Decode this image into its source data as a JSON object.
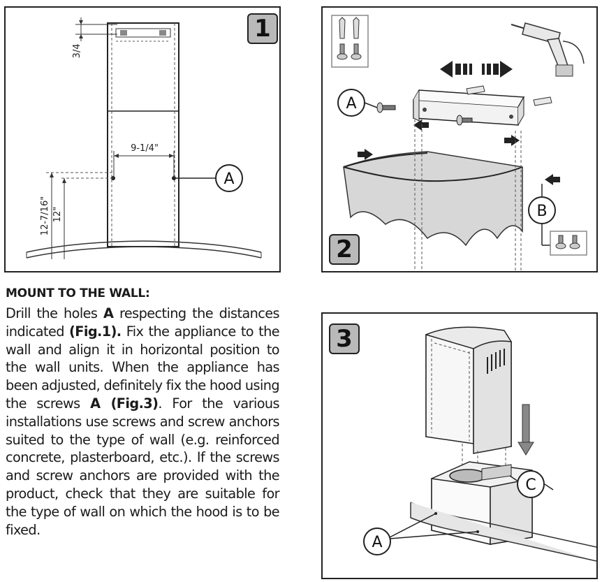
{
  "figure1": {
    "number": "1",
    "dim_top": "3/4",
    "dim_width": "9-1/4\"",
    "dim_height_outer": "12-7/16\"",
    "dim_height_inner": "12\"",
    "callout": "A"
  },
  "figure2": {
    "number": "2",
    "callout_a": "A",
    "callout_b": "B"
  },
  "figure3": {
    "number": "3",
    "callout_c": "C",
    "callout_a": "A"
  },
  "text": {
    "heading": "MOUNT TO THE WALL:",
    "s1": "Drill the holes ",
    "s1b": "A",
    "s2": " respecting the distances indicated ",
    "s2b": "(Fig.1).",
    "s3": " Fix the appliance to the wall and align it in horizontal position to the wall units. When the appliance has been adjusted, definitely fix the hood using the screws ",
    "s3b": "A (Fig.3)",
    "s4": ". For the various installations use screws and screw anchors suited to the type of wall (e.g. reinforced concrete, plasterboard, etc.). If the screws and screw anchors are provided with the product, check that they are suitable for the type of wall on which the hood is to be fixed."
  }
}
